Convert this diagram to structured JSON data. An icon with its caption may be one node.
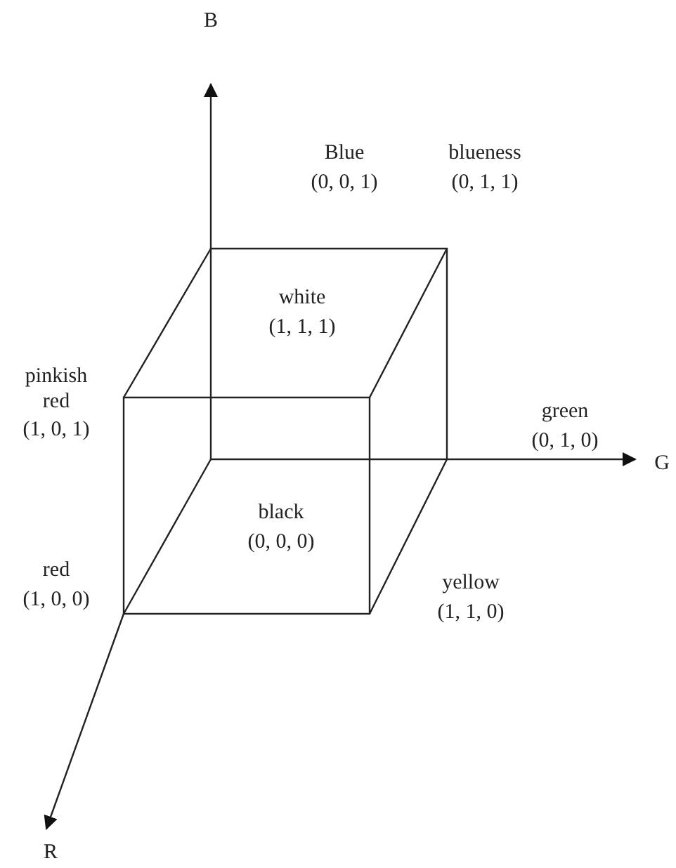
{
  "diagram": {
    "labels": [
      "B",
      "Blue",
      "(0, 0, 1)",
      "blueness",
      "(0, 1, 1)",
      "white",
      "(1, 1, 1)",
      "pinkish red",
      "(1, 0, 1)",
      "green",
      "(0, 1, 0)",
      "G",
      "black",
      "(0, 0, 0)",
      "yellow",
      "(1, 1, 0)",
      "red",
      "(1, 0, 0)",
      "R"
    ]
  }
}
